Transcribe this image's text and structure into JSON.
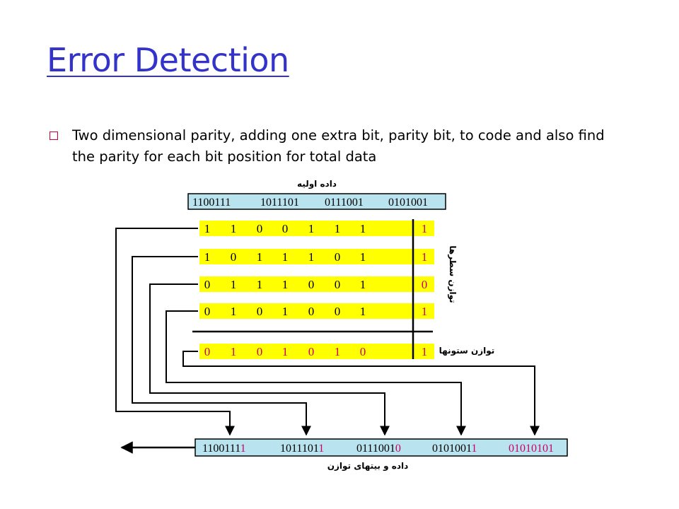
{
  "slide": {
    "title": "Error Detection",
    "bullet": "Two dimensional parity, adding one extra bit, parity bit, to code and also find the parity for each bit position for total data"
  },
  "diagram": {
    "top_label": "داده اولیه",
    "original_words": [
      "1100111",
      "1011101",
      "0111001",
      "0101001"
    ],
    "rows": [
      {
        "bits": [
          "1",
          "1",
          "0",
          "0",
          "1",
          "1",
          "1"
        ],
        "parity": "1"
      },
      {
        "bits": [
          "1",
          "0",
          "1",
          "1",
          "1",
          "0",
          "1"
        ],
        "parity": "1"
      },
      {
        "bits": [
          "0",
          "1",
          "1",
          "1",
          "0",
          "0",
          "1"
        ],
        "parity": "0"
      },
      {
        "bits": [
          "0",
          "1",
          "0",
          "1",
          "0",
          "0",
          "1"
        ],
        "parity": "1"
      }
    ],
    "column_parity": {
      "bits": [
        "0",
        "1",
        "0",
        "1",
        "0",
        "1",
        "0"
      ],
      "parity": "1"
    },
    "row_parity_label": "توازن سطرها",
    "column_parity_label": "توازن ستونها",
    "output_words": [
      {
        "data": "1100111",
        "parity": "1"
      },
      {
        "data": "1011101",
        "parity": "1"
      },
      {
        "data": "0111001",
        "parity": "0"
      },
      {
        "data": "0101001",
        "parity": "1"
      },
      {
        "data": "01010101",
        "parity": ""
      }
    ],
    "bottom_label": "داده و بیتهای توازن",
    "colors": {
      "highlight": "#ffff00",
      "box": "#b9e4ef",
      "parity_bit": "#cc0066"
    }
  }
}
